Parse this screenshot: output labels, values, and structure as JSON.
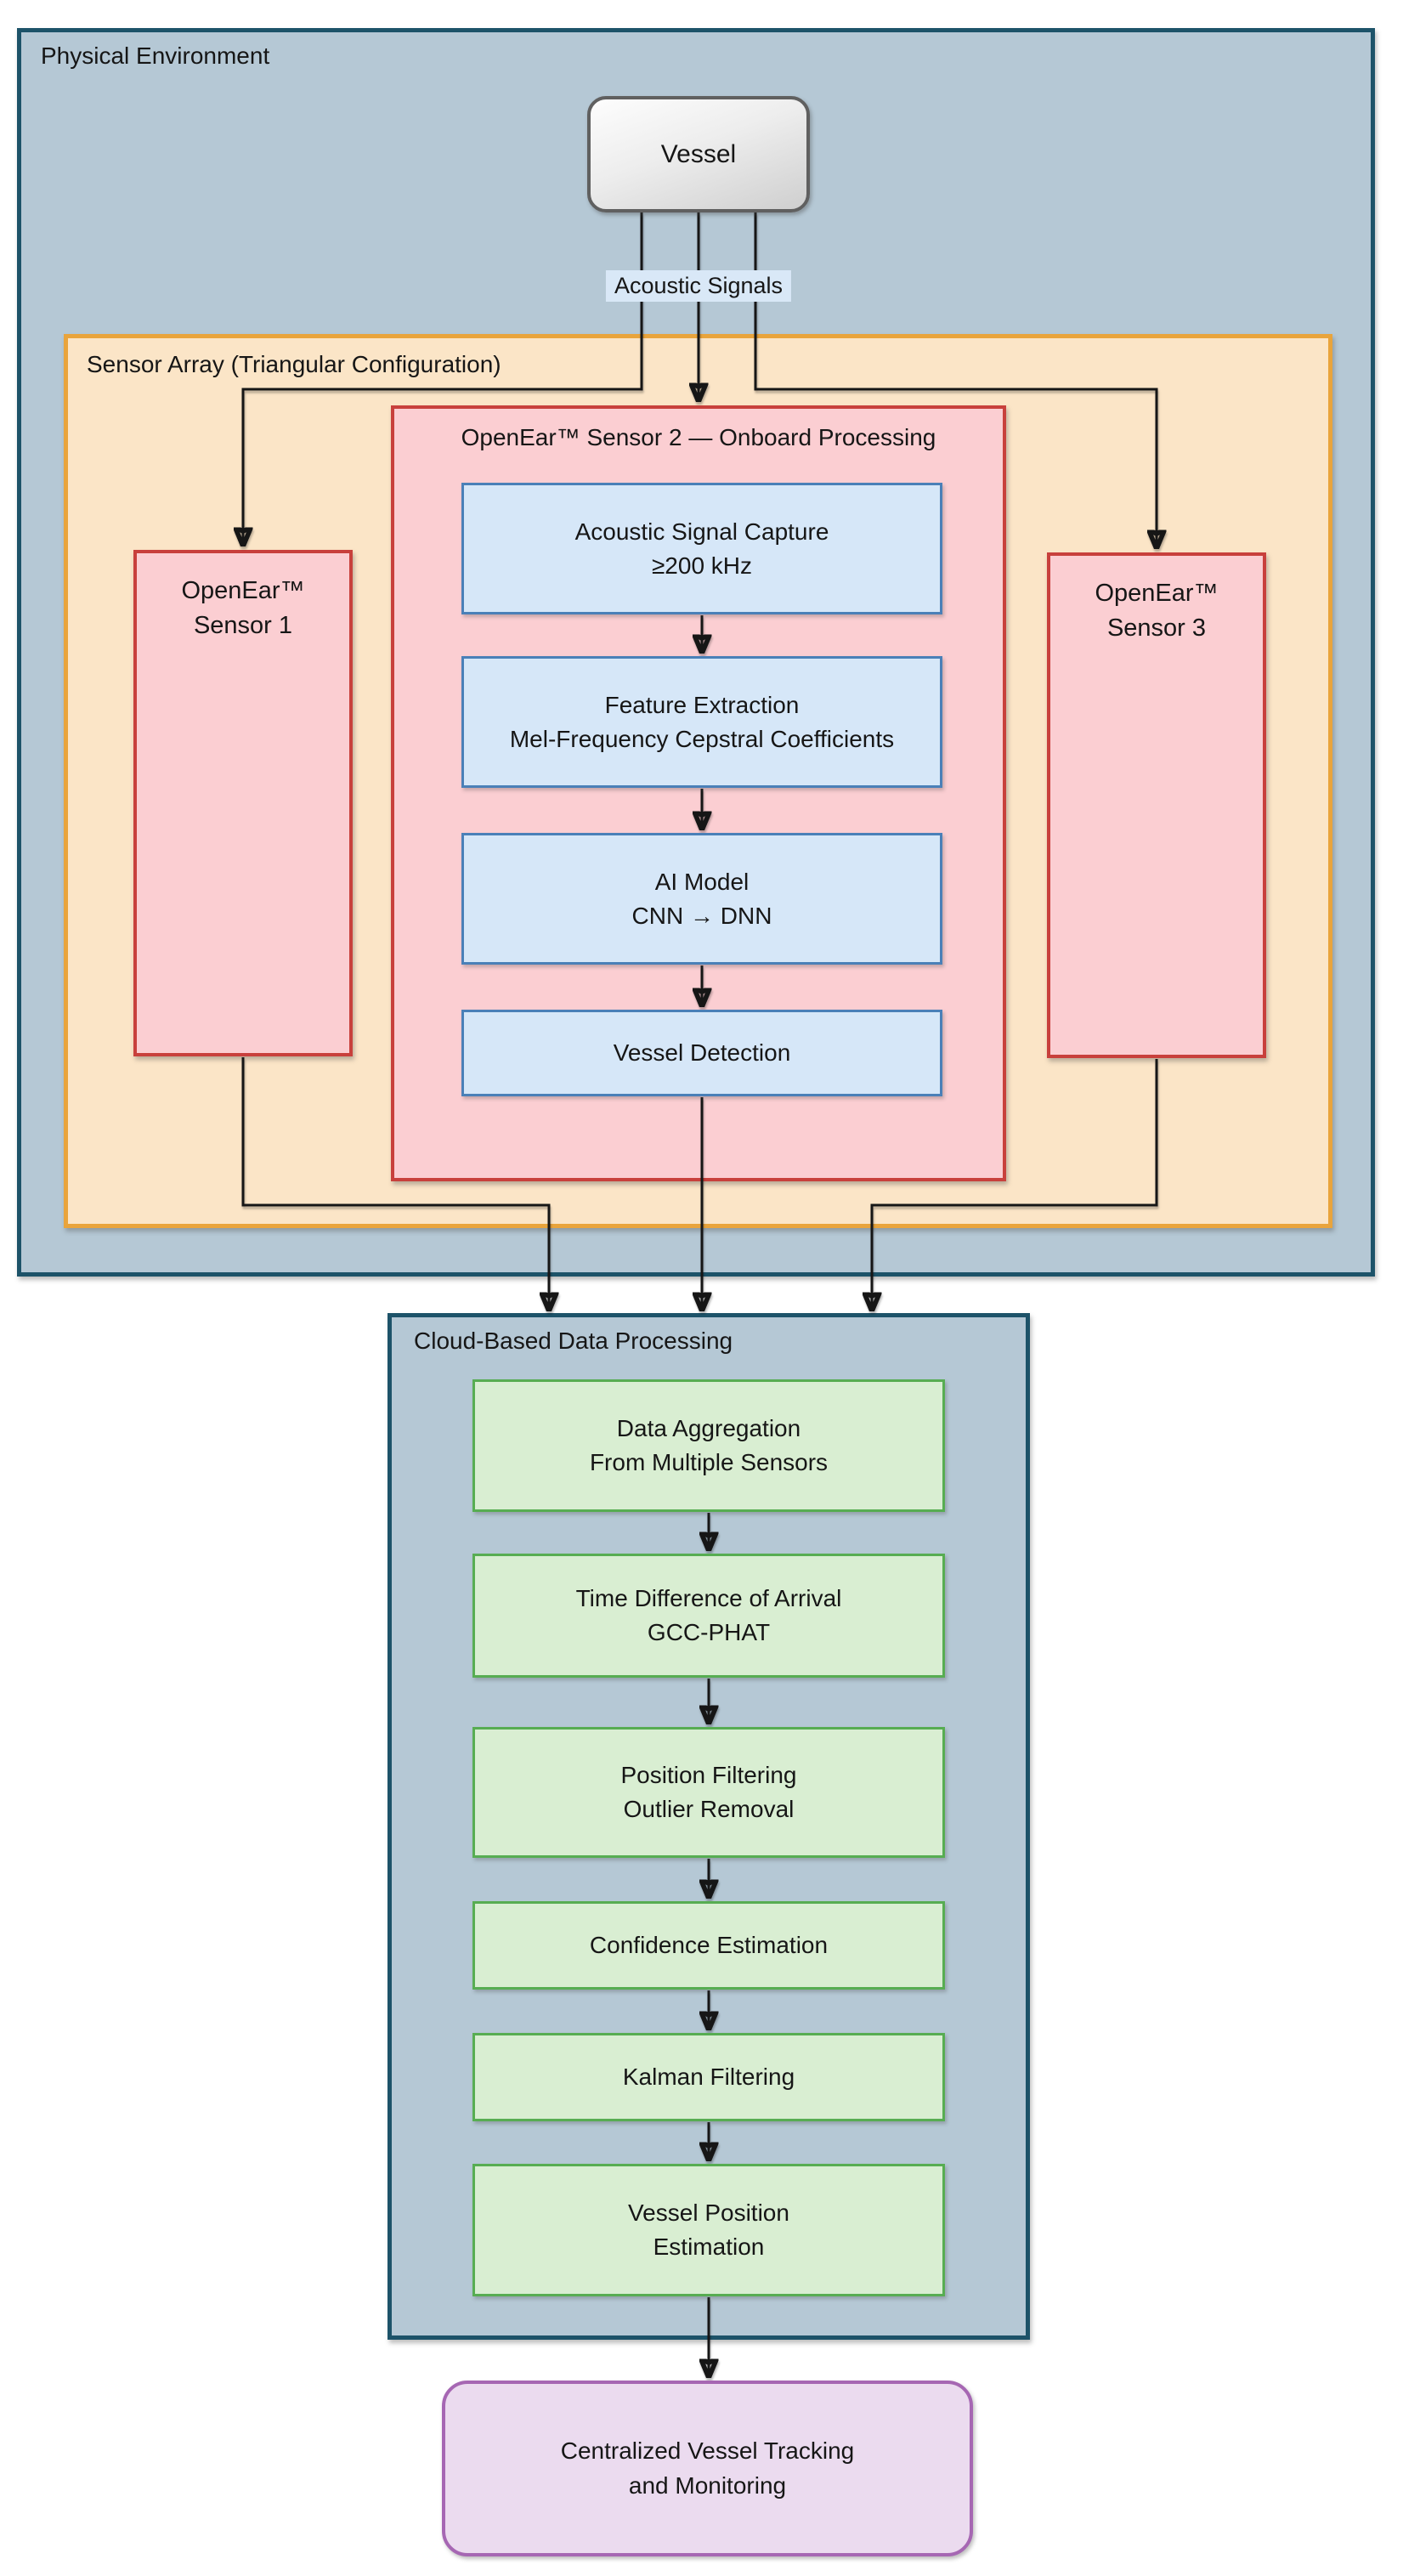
{
  "physical_env": {
    "title": "Physical Environment"
  },
  "vessel": {
    "label": "Vessel"
  },
  "acoustic_signals_label": "Acoustic Signals",
  "sensor_array": {
    "title": "Sensor Array (Triangular Configuration)"
  },
  "sensor2": {
    "title": "OpenEar™ Sensor 2 — Onboard Processing",
    "steps": [
      {
        "text": "Acoustic Signal Capture\n≥200 kHz"
      },
      {
        "text": "Feature Extraction\nMel-Frequency Cepstral Coefficients"
      },
      {
        "text": "AI Model\nCNN → DNN"
      },
      {
        "text": "Vessel Detection"
      }
    ]
  },
  "sensor1": {
    "label": "OpenEar™\nSensor 1"
  },
  "sensor3": {
    "label": "OpenEar™\nSensor 3"
  },
  "cloud": {
    "title": "Cloud-Based Data Processing",
    "steps": [
      {
        "text": "Data Aggregation\nFrom Multiple Sensors"
      },
      {
        "text": "Time Difference of Arrival\nGCC-PHAT"
      },
      {
        "text": "Position Filtering\nOutlier Removal"
      },
      {
        "text": "Confidence Estimation"
      },
      {
        "text": "Kalman Filtering"
      },
      {
        "text": "Vessel Position\nEstimation"
      }
    ]
  },
  "output": {
    "label": "Centralized Vessel Tracking\nand Monitoring"
  },
  "colors": {
    "environment_fill": "#b5c8d5",
    "environment_border": "#1d5369",
    "sensor_array_fill": "#fbe5c7",
    "sensor_array_border": "#e9a43c",
    "sensor_fill": "#fbced2",
    "sensor_border": "#c8403c",
    "onboard_step_fill": "#d6e7f8",
    "onboard_step_border": "#4a80b8",
    "cloud_step_fill": "#d9eed2",
    "cloud_step_border": "#57ad52",
    "output_fill": "#ebdbef",
    "output_border": "#a667b3",
    "acoustic_label_fill": "#d9e8f7",
    "connector": "#161616"
  }
}
